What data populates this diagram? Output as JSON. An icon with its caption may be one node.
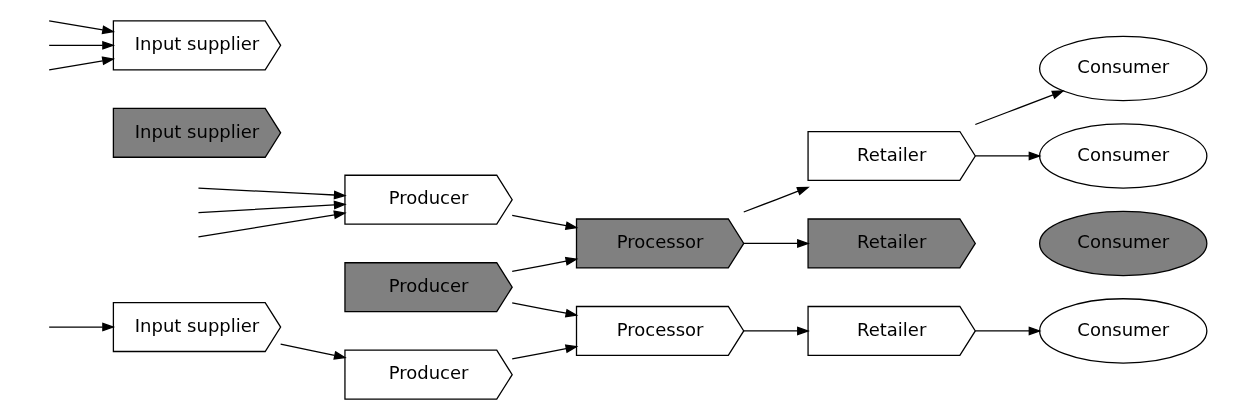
{
  "diagram": {
    "nodes": [
      {
        "text": [
          "Input supplier"
        ]
      },
      {
        "text": [
          "Input supplier"
        ]
      },
      {
        "text": [
          "Input supplier"
        ]
      },
      {
        "text": [
          "Producer"
        ]
      },
      {
        "text": [
          "Producer"
        ]
      },
      {
        "text": [
          "Producer"
        ]
      },
      {
        "text": [
          "Processor"
        ]
      },
      {
        "text": [
          "Processor"
        ]
      },
      {
        "text": [
          "Retailer"
        ]
      },
      {
        "text": [
          "Retailer"
        ]
      },
      {
        "text": [
          "Retailer"
        ]
      },
      {
        "text": [
          "Consumer"
        ]
      },
      {
        "text": [
          "Consumer"
        ]
      },
      {
        "text": [
          "Consumer"
        ]
      },
      {
        "text": [
          "Consumer"
        ]
      }
    ],
    "edges": [
      {
        "from": null,
        "to": 0,
        "arrow": "to"
      },
      {
        "from": null,
        "to": 0,
        "arrow": "to"
      },
      {
        "from": null,
        "to": 0,
        "arrow": "to"
      },
      {
        "from": null,
        "to": 2,
        "arrow": "to"
      },
      {
        "from": null,
        "to": 3,
        "arrow": "to"
      },
      {
        "from": null,
        "to": 3,
        "arrow": "to"
      },
      {
        "from": null,
        "to": 3,
        "arrow": "to"
      },
      {
        "from": 2,
        "to": 5,
        "arrow": "to"
      },
      {
        "from": 3,
        "to": 6,
        "arrow": "to"
      },
      {
        "from": 4,
        "to": 6,
        "arrow": "to"
      },
      {
        "from": 4,
        "to": 7,
        "arrow": "to"
      },
      {
        "from": 5,
        "to": 7,
        "arrow": "to"
      },
      {
        "from": 6,
        "to": 8,
        "arrow": "to"
      },
      {
        "from": 6,
        "to": 9,
        "arrow": "to"
      },
      {
        "from": 7,
        "to": 10,
        "arrow": "to"
      },
      {
        "from": 8,
        "to": 11,
        "arrow": "to"
      },
      {
        "from": 8,
        "to": 12,
        "arrow": "to"
      },
      {
        "from": 10,
        "to": 14,
        "arrow": "to"
      }
    ]
  }
}
